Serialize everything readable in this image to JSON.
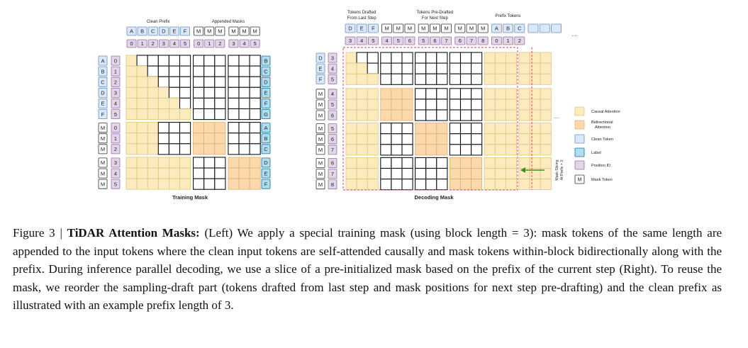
{
  "colors": {
    "causal": "#fcebbf",
    "causal_stroke": "#e0c47c",
    "bidirectional": "#fcd9ad",
    "bidirectional_stroke": "#e3ad70",
    "clean_token": "#dae8fc",
    "clean_token_stroke": "#6c8ebf",
    "label": "#b1ddf0",
    "label_stroke": "#10739e",
    "position": "#e1d5e7",
    "position_stroke": "#9673a6",
    "mask_token": "#ffffff",
    "mask_token_stroke": "#333333",
    "slice_border": "#e0435b",
    "arrow": "#3f8f1f"
  },
  "training": {
    "title": "Training Mask",
    "top_label_clean": "Clean Prefix",
    "top_label_masks": "Appended Masks",
    "top_tokens": [
      "A",
      "B",
      "C",
      "D",
      "E",
      "F",
      "M",
      "M",
      "M",
      "M",
      "M",
      "M"
    ],
    "top_positions": [
      "0",
      "1",
      "2",
      "3",
      "4",
      "5",
      "0",
      "1",
      "2",
      "3",
      "4",
      "5"
    ],
    "row_tokens": [
      "A",
      "B",
      "C",
      "D",
      "E",
      "F",
      "M",
      "M",
      "M",
      "M",
      "M",
      "M"
    ],
    "row_positions": [
      "0",
      "1",
      "2",
      "3",
      "4",
      "5",
      "0",
      "1",
      "2",
      "3",
      "4",
      "5"
    ],
    "row_labels": [
      "B",
      "C",
      "D",
      "E",
      "F",
      "G",
      "A",
      "B",
      "C",
      "D",
      "E",
      "F"
    ]
  },
  "decoding": {
    "title": "Decoding Mask",
    "top_label_drafted": "Tokens Drafted From Last Step",
    "top_label_predrafted": "Tokens Pre-Drafted For Next Step",
    "top_label_prefix": "Prefix Tokens",
    "top_tokens": [
      "D",
      "E",
      "F",
      "M",
      "M",
      "M",
      "M",
      "M",
      "M",
      "M",
      "M",
      "M",
      "A",
      "B",
      "C",
      "",
      "",
      ""
    ],
    "top_positions": [
      "3",
      "4",
      "5",
      "4",
      "5",
      "6",
      "5",
      "6",
      "7",
      "6",
      "7",
      "8",
      "0",
      "1",
      "2"
    ],
    "row_tokens": [
      "D",
      "E",
      "F",
      "M",
      "M",
      "M",
      "M",
      "M",
      "M",
      "M",
      "M",
      "M"
    ],
    "row_positions": [
      "3",
      "4",
      "5",
      "4",
      "5",
      "6",
      "5",
      "6",
      "7",
      "6",
      "7",
      "8"
    ],
    "ellipsis": "....",
    "slicing_note": "Mask Slicing At Prefix = 3"
  },
  "legend": {
    "items": [
      {
        "name": "causal",
        "label": "Causal Attention"
      },
      {
        "name": "bidirectional",
        "label": "Bidirectional Attention"
      },
      {
        "name": "clean",
        "label": "Clean Token"
      },
      {
        "name": "label",
        "label": "Label"
      },
      {
        "name": "position",
        "label": "Position ID"
      },
      {
        "name": "mask",
        "label": "Mask Token",
        "glyph": "M"
      }
    ]
  },
  "caption": {
    "figure_label": "Figure 3 |",
    "bold_title": "TiDAR Attention Masks:",
    "text": "(Left) We apply a special training mask (using block length = 3): mask tokens of the same length are appended to the input tokens where the clean input tokens are self-attended causally and mask tokens within-block bidirectionally along with the prefix. During inference parallel decoding, we use a slice of a pre-initialized mask based on the prefix of the current step (Right). To reuse the mask, we reorder the sampling-draft part (tokens drafted from last step and mask positions for next step pre-drafting) and the clean prefix as illustrated with an example prefix length of 3."
  }
}
